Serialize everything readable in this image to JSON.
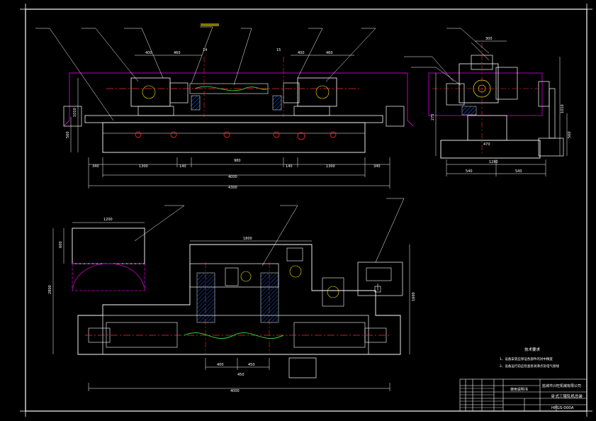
{
  "drawing": {
    "background": "#000000",
    "colors": {
      "frame": "#ffffff",
      "outline": "#ffffff",
      "centerline": "#ff2a2a",
      "guard": "#c000c0",
      "dimension": "#ffffff",
      "leader": "#ffffff",
      "shaft": "#33cc33",
      "accent": "#ffee00",
      "hatch": "#1e6bff"
    }
  },
  "front_view": {
    "dims": {
      "overall_outer": "4300",
      "overall_inner": "4000",
      "span_left": "1300",
      "span_right": "1300",
      "span_center": "980",
      "end_left": "340",
      "end_right": "340",
      "gap_left": "140",
      "gap_right": "140",
      "top_left_a": "400",
      "top_left_b": "460",
      "top_right_a": "400",
      "top_right_b": "460",
      "mark_left": "14",
      "mark_right": "15",
      "height_total": "1010",
      "height_base": "560"
    }
  },
  "side_view": {
    "dims": {
      "width_total": "1280",
      "width_left": "540",
      "width_right": "540",
      "top": "300",
      "height_a": "1010",
      "height_b": "560",
      "height_c": "275",
      "inner": "470"
    }
  },
  "plan_view": {
    "dims": {
      "overall": "4000",
      "cabinet_width": "1200",
      "cabinet_height": "600",
      "left_height": "2800",
      "right_height": "1600",
      "center_span": "1800",
      "inner_a": "400",
      "inner_b": "450",
      "inner_c": "450"
    }
  },
  "notes": {
    "title": "技术要求",
    "line1": "1、设备安装应保证各部件的对中精度",
    "line2": "2、设备运行前应检查各润滑点及电气接线"
  },
  "title_block": {
    "company": "盐城市兴旺机械有限公司",
    "drawing_name": "卧式三辊轧机总装",
    "drawing_number": "HPGS-000A",
    "doc_name": "使用说明书"
  }
}
